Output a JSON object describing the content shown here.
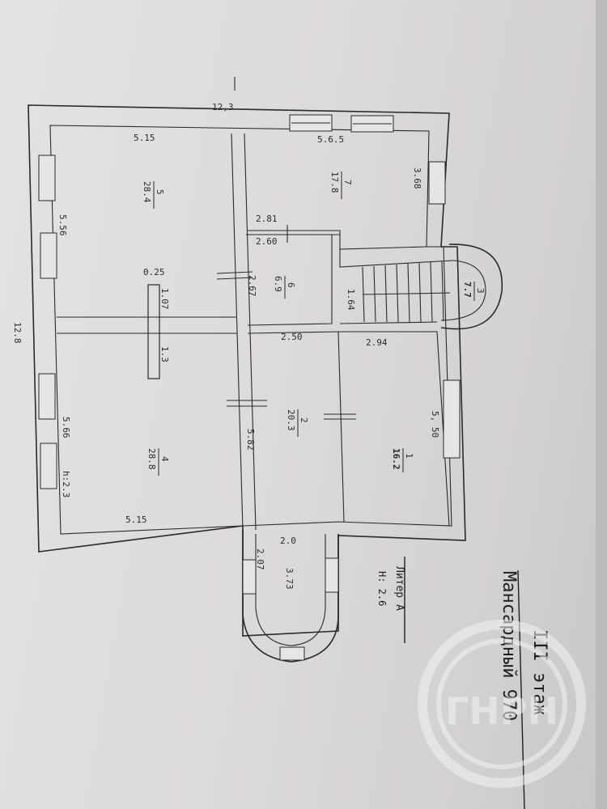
{
  "plan": {
    "overall_width": "12,3",
    "overall_height": "12.8",
    "wall_top_left_len": "5.15",
    "wall_bottom_left_len": "5.15",
    "wall_top_right_len": "5.6.5",
    "room_5_side": "5.56",
    "room_4_side": "5.66",
    "room_4_height": "h:2.3",
    "room_7_side": "3.68",
    "dim_2_81": "2.81",
    "dim_2_60": "2.60",
    "dim_2_67": "2.67",
    "dim_1_64": "1.64",
    "dim_2_50": "2.50",
    "dim_2_94": "2.94",
    "dim_5_82": "5.82",
    "dim_5_50": "5, 50",
    "dim_2_0": "2.0",
    "dim_2_07": "2.07",
    "beam_0_25": "0.25",
    "beam_1_07": "1.07",
    "beam_1_3": "1.3",
    "rooms": [
      {
        "num": "1",
        "area": "16.2"
      },
      {
        "num": "2",
        "area": "20.3"
      },
      {
        "num": "3",
        "area": "7.7"
      },
      {
        "num": "4",
        "area": "28.8"
      },
      {
        "num": "5",
        "area": "28.4"
      },
      {
        "num": "6",
        "area": "6.9"
      },
      {
        "num": "7",
        "area": "17.8"
      },
      {
        "num": "",
        "area": "3.73"
      }
    ]
  },
  "annotations": {
    "litera": "Литер А",
    "height": "H: 2.6",
    "floor": "III этаж",
    "attic": "Мансардный 970"
  },
  "watermark": {
    "letters": "ГНРН"
  }
}
